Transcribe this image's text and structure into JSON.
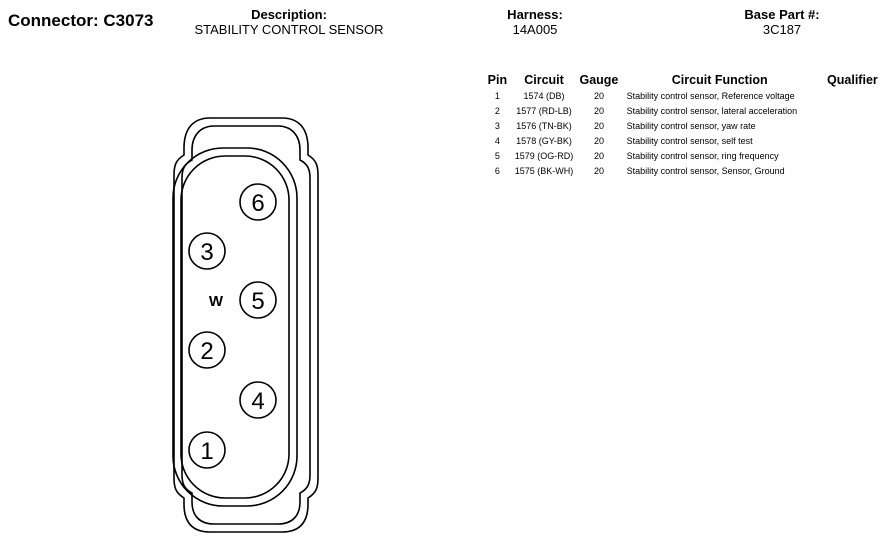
{
  "connector": {
    "label": "Connector: C3073"
  },
  "description": {
    "label": "Description:",
    "value": "STABILITY CONTROL SENSOR"
  },
  "harness": {
    "label": "Harness:",
    "value": "14A005"
  },
  "base_part": {
    "label": "Base Part #:",
    "value": "3C187"
  },
  "table": {
    "headers": {
      "pin": "Pin",
      "circuit": "Circuit",
      "gauge": "Gauge",
      "function": "Circuit Function",
      "qualifier": "Qualifier"
    },
    "rows": [
      {
        "pin": "1",
        "circuit": "1574 (DB)",
        "gauge": "20",
        "function": "Stability control sensor, Reference voltage",
        "qualifier": ""
      },
      {
        "pin": "2",
        "circuit": "1577 (RD-LB)",
        "gauge": "20",
        "function": "Stability control sensor, lateral acceleration",
        "qualifier": ""
      },
      {
        "pin": "3",
        "circuit": "1576 (TN-BK)",
        "gauge": "20",
        "function": "Stability control sensor, yaw rate",
        "qualifier": ""
      },
      {
        "pin": "4",
        "circuit": "1578 (GY-BK)",
        "gauge": "20",
        "function": "Stability control sensor, self test",
        "qualifier": ""
      },
      {
        "pin": "5",
        "circuit": "1579 (OG-RD)",
        "gauge": "20",
        "function": "Stability control sensor, ring frequency",
        "qualifier": ""
      },
      {
        "pin": "6",
        "circuit": "1575 (BK-WH)",
        "gauge": "20",
        "function": "Stability control sensor, Sensor, Ground",
        "qualifier": ""
      }
    ]
  },
  "diagram": {
    "pins": [
      "1",
      "2",
      "3",
      "4",
      "5",
      "6"
    ],
    "key_label": "W"
  }
}
